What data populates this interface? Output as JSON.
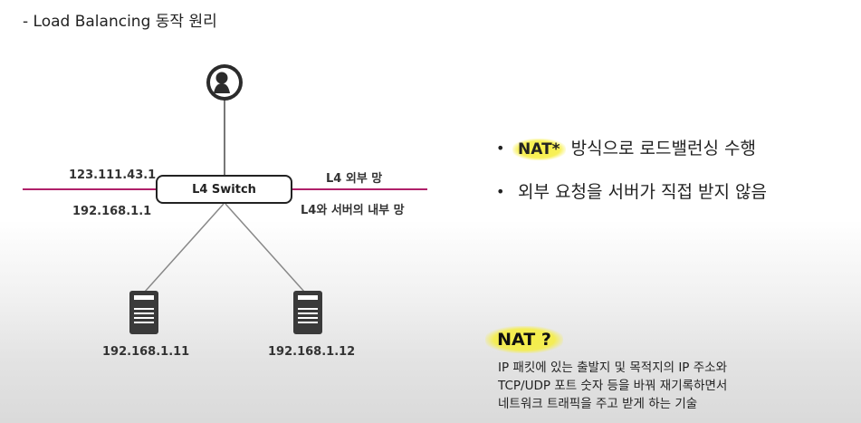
{
  "slide": {
    "title": "- Load Balancing 동작 원리"
  },
  "diagram": {
    "switch_label": "L4 Switch",
    "external_ip": "123.111.43.1",
    "internal_ip": "192.168.1.1",
    "external_net_label": "L4 외부 망",
    "internal_net_label": "L4와 서버의 내부 망",
    "server1_ip": "192.168.1.11",
    "server2_ip": "192.168.1.12",
    "network_line_color": "#b0206a"
  },
  "bullets": [
    {
      "highlight": "NAT*",
      "text": " 방식으로 로드밸런싱 수행"
    },
    {
      "highlight": "",
      "text": "외부 요청을 서버가 직접 받지 않음"
    }
  ],
  "nat_note": {
    "title": "NAT ?",
    "lines": [
      "IP 패킷에 있는 출발지 및 목적지의 IP 주소와",
      "TCP/UDP 포트 숫자 등을 바꿔 재기록하면서",
      "네트워크 트래픽을 주고 받게 하는 기술"
    ],
    "highlight_color": "#f6ee3c"
  },
  "icons": {
    "client": "user-icon",
    "server": "server-icon"
  }
}
